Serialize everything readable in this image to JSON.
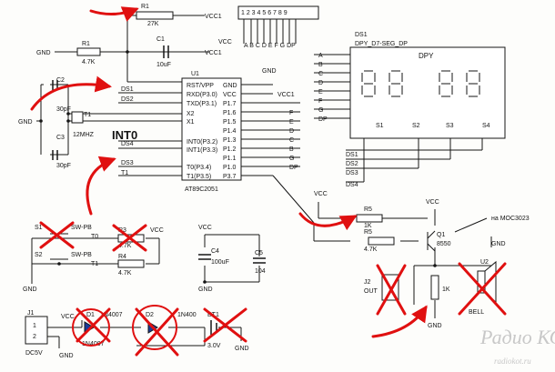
{
  "labels": {
    "r1_top": "R1",
    "r27k": "27K",
    "vcc1": "VCC1",
    "vcc": "VCC",
    "gnd": "GND",
    "pins": "1 2 3 4 5 6 7 8 9",
    "pinletters": "A B C D E F G DP",
    "r1": "R1",
    "r4k7": "4.7K",
    "c1": "C1",
    "c1_val": "10uF",
    "u1": "U1",
    "c2": "C2",
    "c3": "C3",
    "c30pf": "30pF",
    "t1": "T1",
    "t0": "T0",
    "mhz": "12MHZ",
    "ds1": "DS1",
    "ds2": "DS2",
    "ds3": "DS3",
    "ds4": "DS4",
    "int0": "INT0",
    "u1_part": "AT89C2051",
    "net_f": "F",
    "net_e": "E",
    "net_d": "D",
    "net_c": "C",
    "net_b": "B",
    "net_g": "G",
    "net_dp": "DP",
    "dpy": "DPY_D7-SEG_DP",
    "dpy_short": "DPY",
    "s1": "S1",
    "s2": "S2",
    "s3": "S3",
    "s4": "S4",
    "r5": "R5",
    "r1k": "1K",
    "q1": "Q1",
    "q1_part": "8550",
    "moc": "на MOC3023",
    "j2": "J2",
    "out": "OUT",
    "u2": "U2",
    "bell": "BELL",
    "swpb": "SW-PB",
    "r3": "R3",
    "r4": "R4",
    "c4": "C4",
    "c4_val": "100uF",
    "c5": "C5",
    "c5_val": "104",
    "j1": "J1",
    "pin1": "1",
    "pin2": "2",
    "dc5v": "DC5V",
    "d1": "D1",
    "d1_part": "1N4007",
    "n4007": "1N4007",
    "d2": "D2",
    "n400": "1N400",
    "bt1": "BT1",
    "bt_val": "3.0V"
  },
  "u1": {
    "left": [
      "RST/VPP",
      "RXD(P3.0)",
      "TXD(P3.1)",
      "X2",
      "X1",
      "INT0(P3.2)",
      "INT1(P3.3)",
      "T0(P3.4)",
      "T1(P3.5)"
    ],
    "right": [
      "GND",
      "VCC",
      "P1.7",
      "P1.6",
      "P1.5",
      "P1.4",
      "P1.3",
      "P1.2",
      "P1.1",
      "P1.0",
      "P3.7"
    ]
  },
  "ds_inputs": [
    "A",
    "B",
    "C",
    "D",
    "E",
    "F",
    "G",
    "DP"
  ],
  "watermark": {
    "main": "Радио КОТ",
    "url": "radiokot.ru"
  },
  "colors": {
    "annotation": "#e01010",
    "ink": "#161616",
    "diode_fill": "#1a3a9a"
  }
}
